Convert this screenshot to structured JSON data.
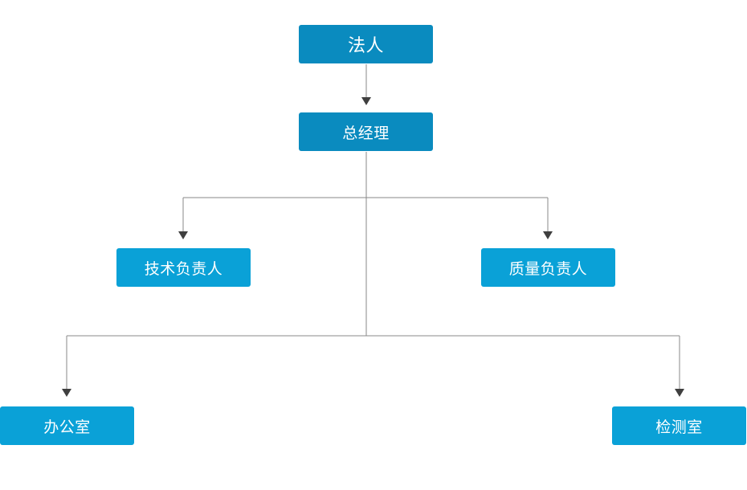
{
  "org_chart": {
    "legal_person": "法人",
    "general_manager": "总经理",
    "technical_head": "技术负责人",
    "quality_head": "质量负责人",
    "office": "办公室",
    "testing_room": "检测室"
  },
  "colors": {
    "box_dark": "#0a8bbf",
    "box_light": "#0aa1d7",
    "connector": "#888888",
    "arrowhead": "#3f3f3f"
  }
}
